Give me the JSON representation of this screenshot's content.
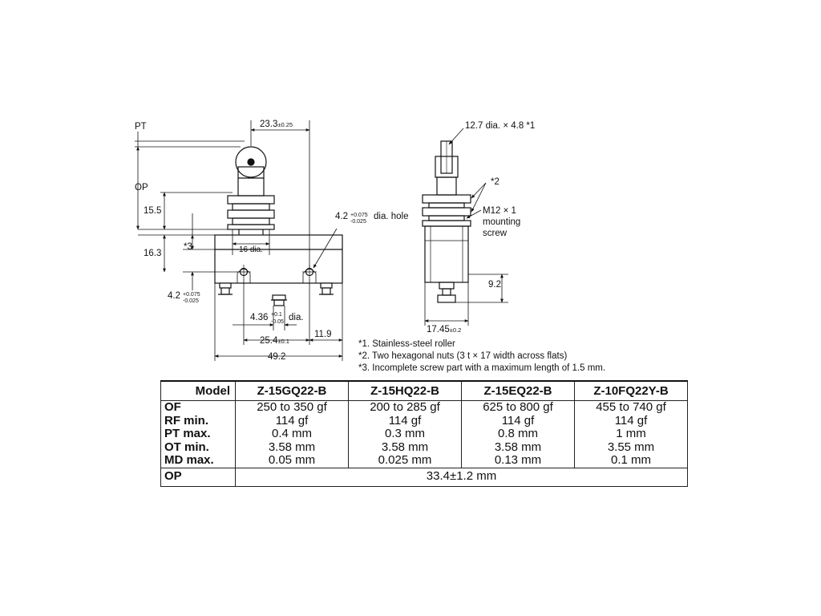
{
  "drawing": {
    "labels": {
      "pt": "PT",
      "op": "OP",
      "d23": "23.3",
      "d23_tol": "±0.25",
      "d155": "15.5",
      "d163": "16.3",
      "star3": "*3",
      "d16": "16 dia.",
      "hole_main": "4.2",
      "hole_tol_up": "+0.075",
      "hole_tol_down": "-0.025",
      "hole_suffix": " dia. hole",
      "left_hole_main": "4.2",
      "left_tol_up": "+0.075",
      "left_tol_down": "-0.025",
      "d436_main": "4.36",
      "d436_tol_up": "+0.1",
      "d436_tol_down": "-0.05",
      "d436_suffix": " dia.",
      "d254": "25.4",
      "d254_tol": "±0.1",
      "d119": "11.9",
      "d492": "49.2",
      "roller": "12.7 dia. × 4.8 *1",
      "star2": "*2",
      "m12_l1": "M12 × 1",
      "m12_l2": "mounting",
      "m12_l3": "screw",
      "d92": "9.2",
      "d1745": "17.45",
      "d1745_tol": "±0.2"
    },
    "notes": [
      "*1. Stainless-steel roller",
      "*2. Two hexagonal nuts (3 t × 17 width across flats)",
      "*3. Incomplete screw part with a maximum length of 1.5 mm."
    ]
  },
  "table": {
    "header": {
      "param": "Model",
      "models": [
        "Z-15GQ22-B",
        "Z-15HQ22-B",
        "Z-15EQ22-B",
        "Z-10FQ22Y-B"
      ]
    },
    "params": [
      "OF",
      "RF min.",
      "PT max.",
      "OT min.",
      "MD max."
    ],
    "values": [
      [
        "250 to 350 gf",
        "114 gf",
        "0.4 mm",
        "3.58 mm",
        "0.05 mm"
      ],
      [
        "200 to 285 gf",
        "114 gf",
        "0.3 mm",
        "3.58 mm",
        "0.025 mm"
      ],
      [
        "625 to 800 gf",
        "114 gf",
        "0.8 mm",
        "3.58 mm",
        "0.13 mm"
      ],
      [
        "455 to 740 gf",
        "114 gf",
        "1 mm",
        "3.55 mm",
        "0.1 mm"
      ]
    ],
    "op_row": {
      "label": "OP",
      "value": "33.4±1.2 mm"
    }
  }
}
